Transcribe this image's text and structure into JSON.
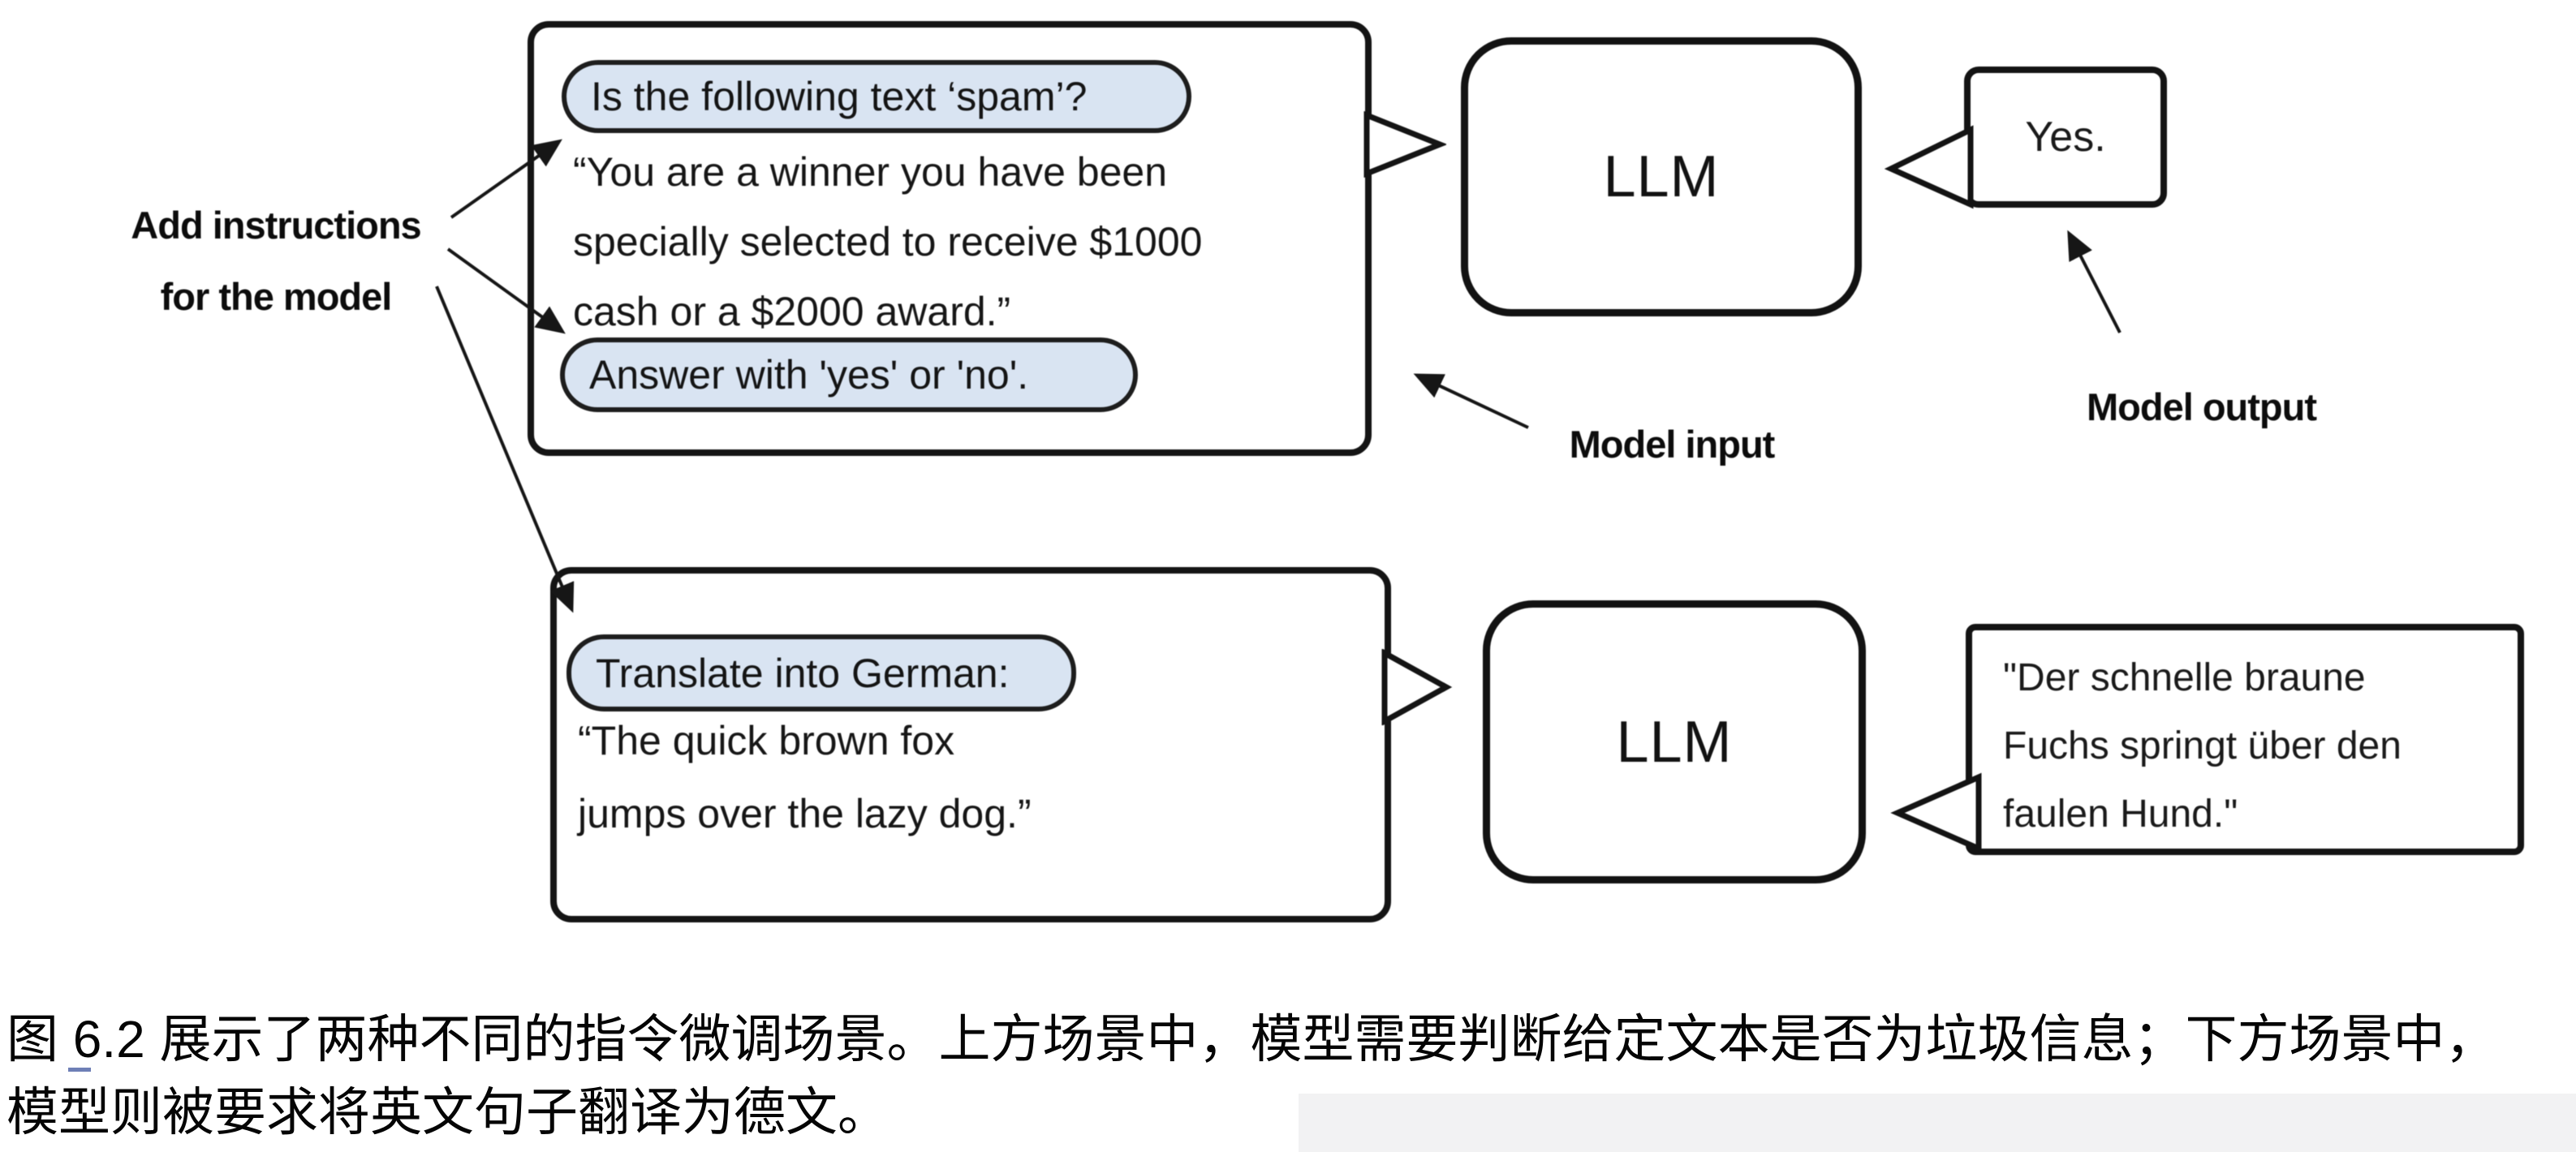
{
  "figure": {
    "labels": {
      "add_instructions_line1": "Add instructions",
      "add_instructions_line2": "for the model",
      "model_input": "Model input",
      "model_output": "Model output"
    },
    "spam_scenario": {
      "instruction_top": "Is the following text ‘spam’?",
      "body_line1": "“You are a winner you have been",
      "body_line2": "specially selected to receive $1000",
      "body_line3": "cash or a $2000 award.”",
      "instruction_bottom": "Answer with 'yes' or 'no'.",
      "llm": "LLM",
      "output": "Yes."
    },
    "translate_scenario": {
      "instruction": "Translate into German:",
      "body_line1": "“The quick brown fox",
      "body_line2": "jumps over the lazy dog.”",
      "llm": "LLM",
      "output_line1": "\"Der schnelle braune",
      "output_line2": "Fuchs springt über den",
      "output_line3": "faulen Hund.\""
    }
  },
  "caption": {
    "line1": "图 6.2 展示了两种不同的指令微调场景。上方场景中，模型需要判断给定文本是否为垃圾信息；下方场景中，",
    "line2": "模型则被要求将英文句子翻译为德文。"
  },
  "colors": {
    "pill_fill": "#d9e4f2",
    "stroke": "#141414",
    "caption_link_mark": "#6e7fb6",
    "bottom_right_shade": "#f2f2f3"
  }
}
